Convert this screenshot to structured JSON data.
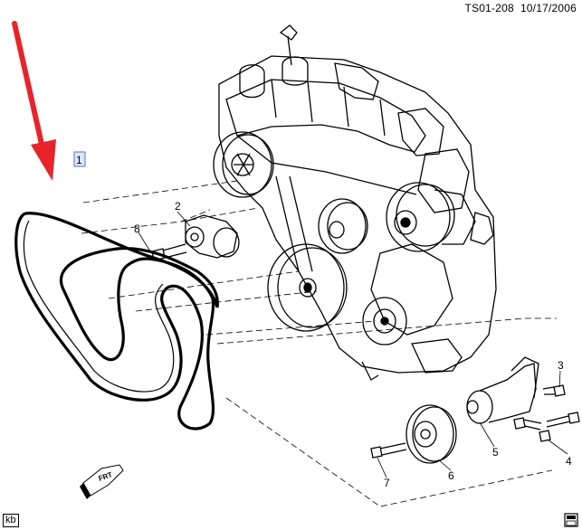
{
  "header": {
    "doc_id": "TS01-208",
    "date": "10/17/2006"
  },
  "footer": {
    "tag": "kb"
  },
  "callouts": {
    "belt": "1",
    "tensioner": "2",
    "bolt_top": "3",
    "bolt_right": "4",
    "idler_bracket": "5",
    "idler_pulley": "6",
    "bolt_lower": "7",
    "bolt_tensioner": "8"
  },
  "indicator": {
    "label": "FRT"
  },
  "colors": {
    "arrow": "#e8232a",
    "line": "#000000",
    "callout_box": "#dde6ff"
  },
  "icons": {
    "pointer_arrow": "red-arrow-icon",
    "front_direction": "front-arrow-icon",
    "print": "printer-icon"
  }
}
